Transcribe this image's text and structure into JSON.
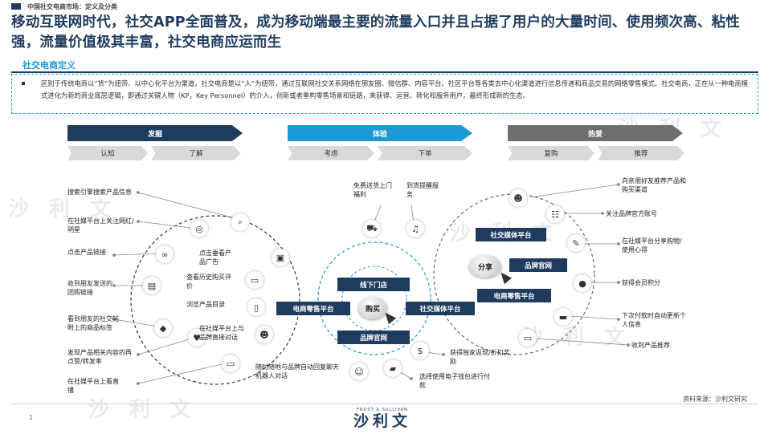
{
  "breadcrumb": "中国社交电商市场：定义及分类",
  "headline": "移动互联网时代，社交APP全面普及，成为移动端最主要的流量入口并且占据了用户的大量时间、使用频次高、粘性强，流量价值极其丰富，社交电商应运而生",
  "definition": {
    "label": "社交电商定义",
    "text": "区别于传统电商以“货”为纽带、以中心化平台为渠道，社交电商是以“人”为纽带，通过互联网社交关系网络在朋友圈、微信群、内容平台、社区平台等各类去中心化渠道进行信息传递和商品交易的网络零售模式。社交电商，正在从一种电商模式进化为新的商业底层逻辑，即通过关键人物（KP，Key Personnel）的介入，创新或者重构零售场景和链路，来获得、运营、转化和服务用户，最终形成新的生态。"
  },
  "phases": [
    "发掘",
    "体验",
    "热爱"
  ],
  "steps": [
    "认知",
    "了解",
    "考虑",
    "下单",
    "复购",
    "推荐"
  ],
  "left_labels": [
    "搜索引擎搜索产品信息",
    "在社媒平台上关注网红/明星",
    "点击产品链接",
    "收到朋友发送的团购链接",
    "看到朋友的社交帖附上的商品标签",
    "发现产品相关内容的再点赞/转发率",
    "在社媒平台上看直播"
  ],
  "inner_left_labels": [
    "点击垂看产品广告",
    "查看历史购买评价",
    "浏览产品目录",
    "在社媒平台上与品牌直接对话",
    "随时随地与品牌自动回复聊天机器人对话"
  ],
  "center_labels": {
    "top_left": "免费送货上门福利",
    "top_right": "到货提醒服务",
    "bottom_right_1": "获得独家返现/折扣奖励",
    "bottom_right_2": "选择使用电子钱包进行付款"
  },
  "right_labels": [
    "向亲朋好友推荐产品和购买渠道",
    "关注品牌官方账号",
    "在社媒平台分享购物/使用心得",
    "获得会员积分",
    "下次付款时自动更新个人信息",
    "收到产品推荐"
  ],
  "hubs": {
    "left": "电商零售平台",
    "center_top": "线下门店",
    "center": "购买",
    "center_right": "社交媒体平台",
    "center_bottom": "品牌官网",
    "right_top": "社交媒体平台",
    "right_center": "分享",
    "right_brand": "品牌官网",
    "right_bottom": "电商零售平台"
  },
  "source": "资料来源：沙利文研究",
  "page_number": "1",
  "footer": {
    "small": "FROST & SULLIVAN",
    "big": "沙利文"
  },
  "watermark": "沙 利 文",
  "colors": {
    "navy": "#1f3c5f",
    "blue": "#1d9ad6",
    "grey": "#6e6e6e"
  }
}
